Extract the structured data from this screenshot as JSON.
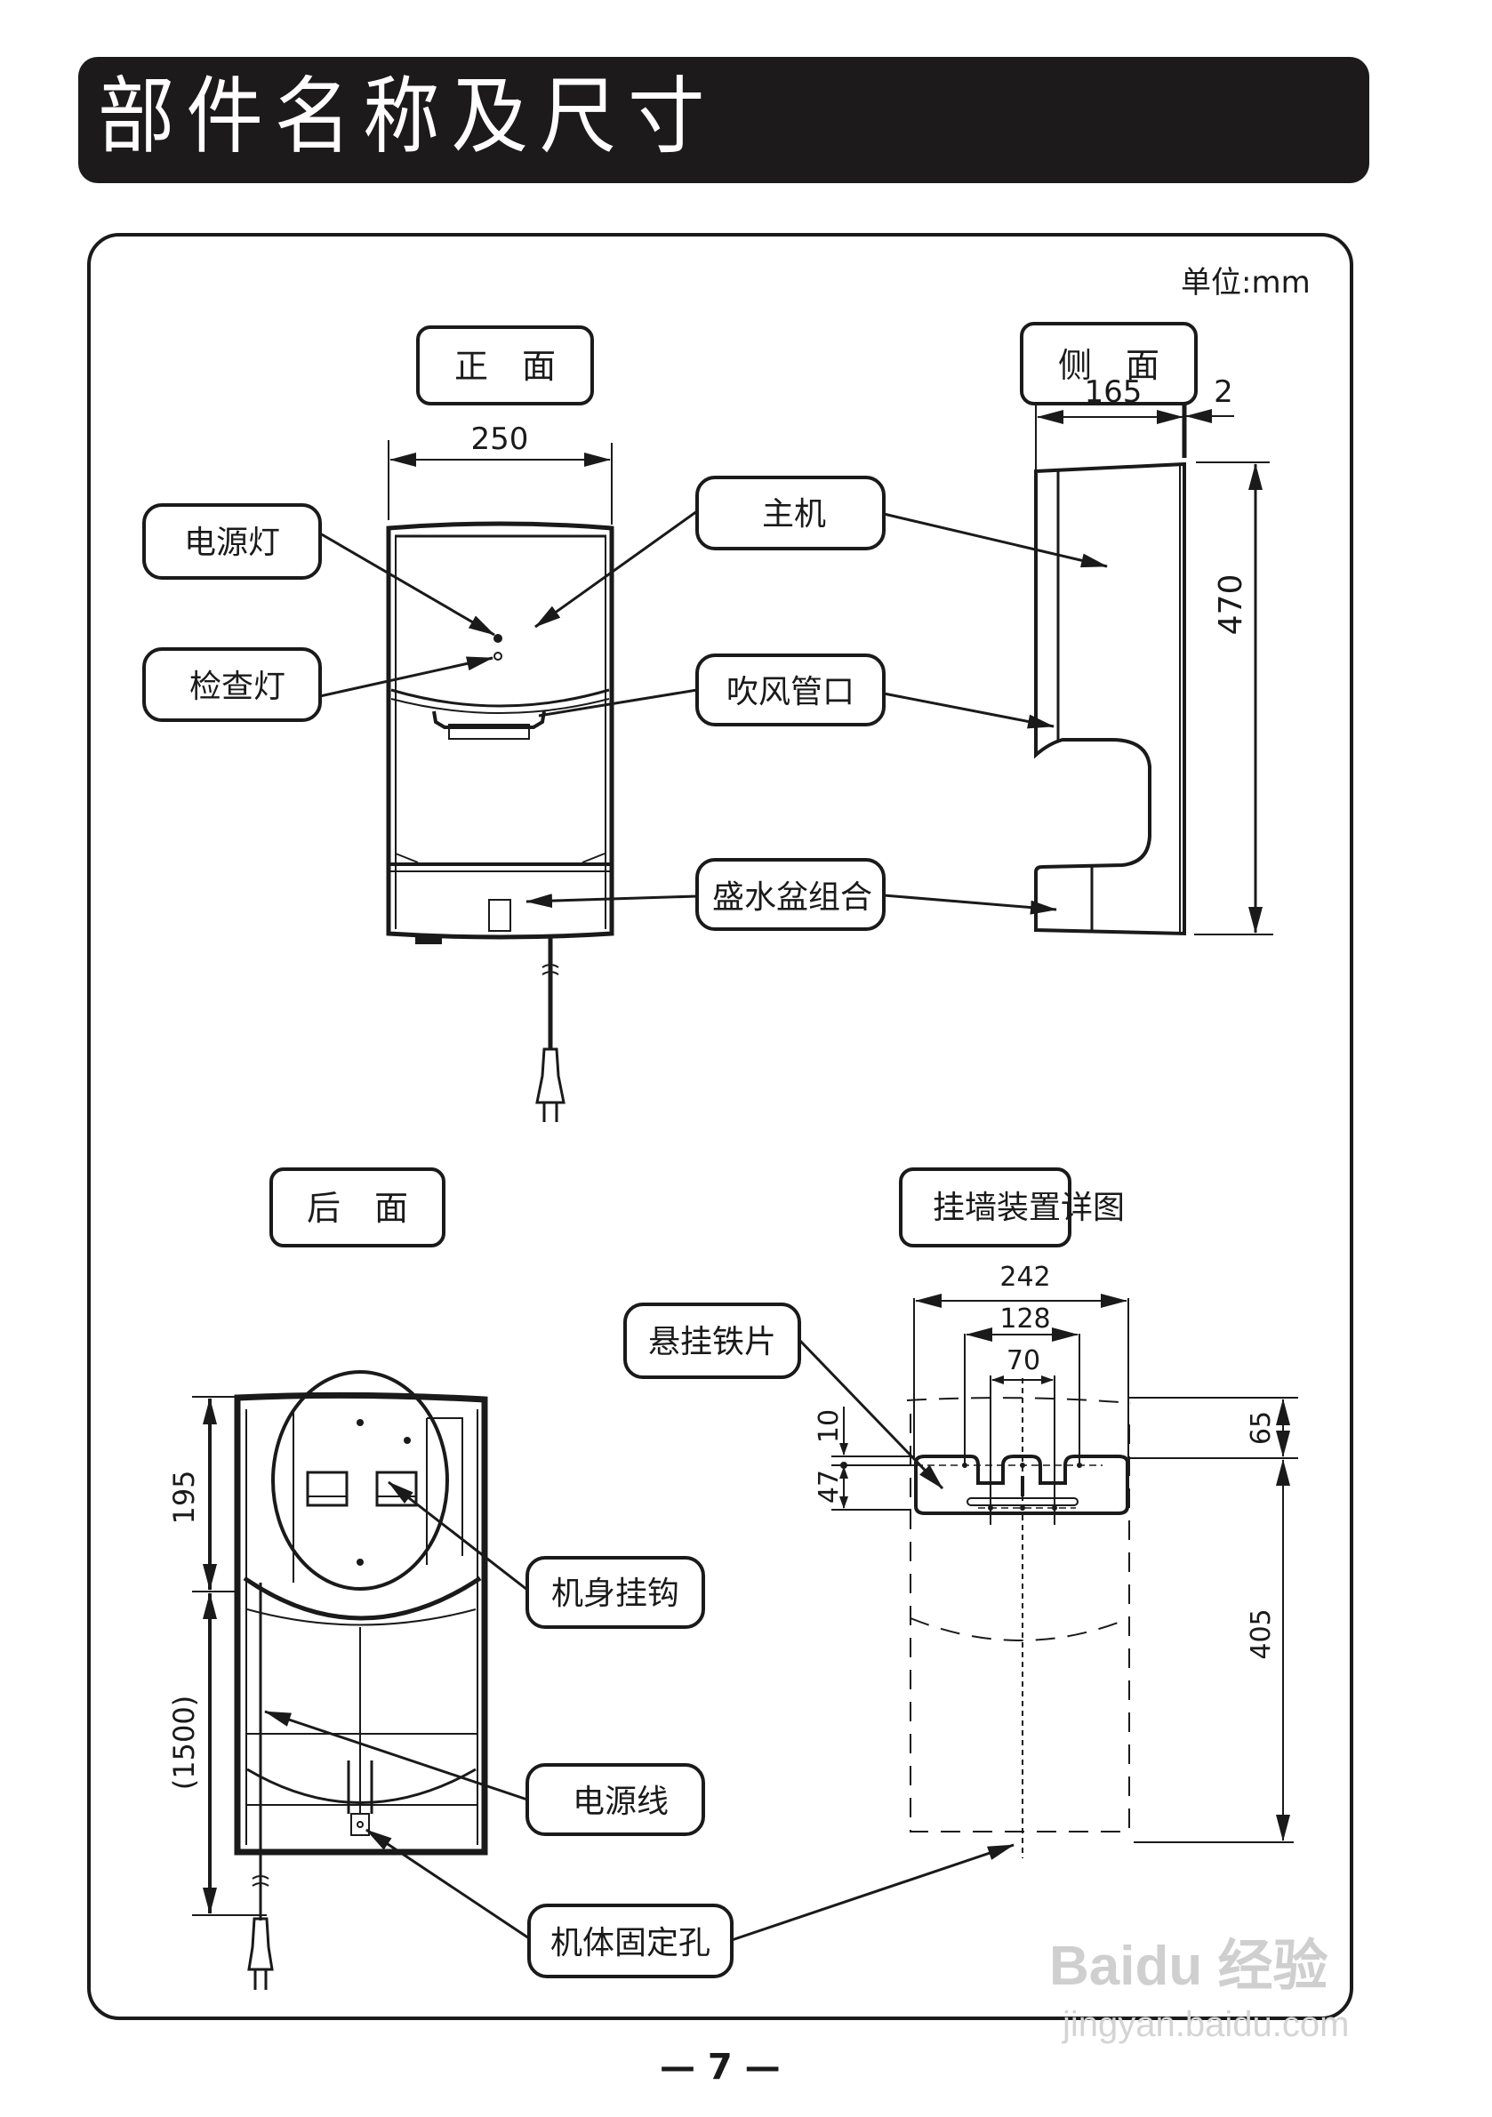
{
  "header": {
    "title": "部件名称及尺寸"
  },
  "unit_label": "单位:mm",
  "views": {
    "front": {
      "title": "正　面",
      "width_dim": "250",
      "callouts": {
        "power_light": "电源灯",
        "check_light": "检查灯",
        "main_unit": "主机",
        "blower_outlet": "吹风管口",
        "water_tray": "盛水盆组合"
      }
    },
    "side": {
      "title": "侧　面",
      "depth_dim": "165",
      "gap_dim": "2",
      "height_dim": "470"
    },
    "back": {
      "title": "后　面",
      "upper_dim": "195",
      "cord_dim": "(1500)",
      "callouts": {
        "body_hook": "机身挂钩",
        "power_cord": "电源线",
        "fixing_hole": "机体固定孔"
      }
    },
    "wall_mount": {
      "title": "挂墙装置详图",
      "width_dim": "242",
      "inner_dim": "128",
      "center_dim": "70",
      "top_offset_dim": "10",
      "bracket_height_dim": "47",
      "top_to_bracket_dim": "65",
      "bracket_to_hole_dim": "405",
      "callout": "悬挂铁片"
    }
  },
  "footer": {
    "page_number": "— 7 —"
  },
  "watermark": {
    "brand": "Baidu 经验",
    "url": "jingyan.baidu.com"
  }
}
